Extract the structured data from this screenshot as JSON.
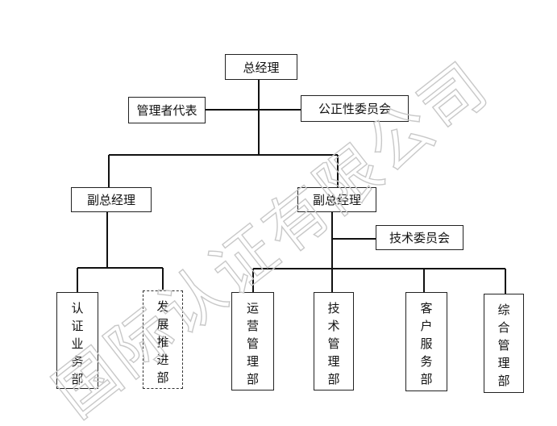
{
  "nodes": {
    "gm": "总经理",
    "mgmt_rep": "管理者代表",
    "impartiality": "公正性委员会",
    "vp_left": "副总经理",
    "vp_right": "副总经理",
    "tech_committee": "技术委员会",
    "dept_cert": "认证业务部",
    "dept_dev": "发展推进部",
    "dept_ops": "运营管理部",
    "dept_tech": "技术管理部",
    "dept_client": "客户服务部",
    "dept_general": "综合管理部"
  },
  "watermark": "国际认证有限公司",
  "colors": {
    "line": "#111111",
    "border": "#222222",
    "watermark": "#c8c8c8"
  }
}
